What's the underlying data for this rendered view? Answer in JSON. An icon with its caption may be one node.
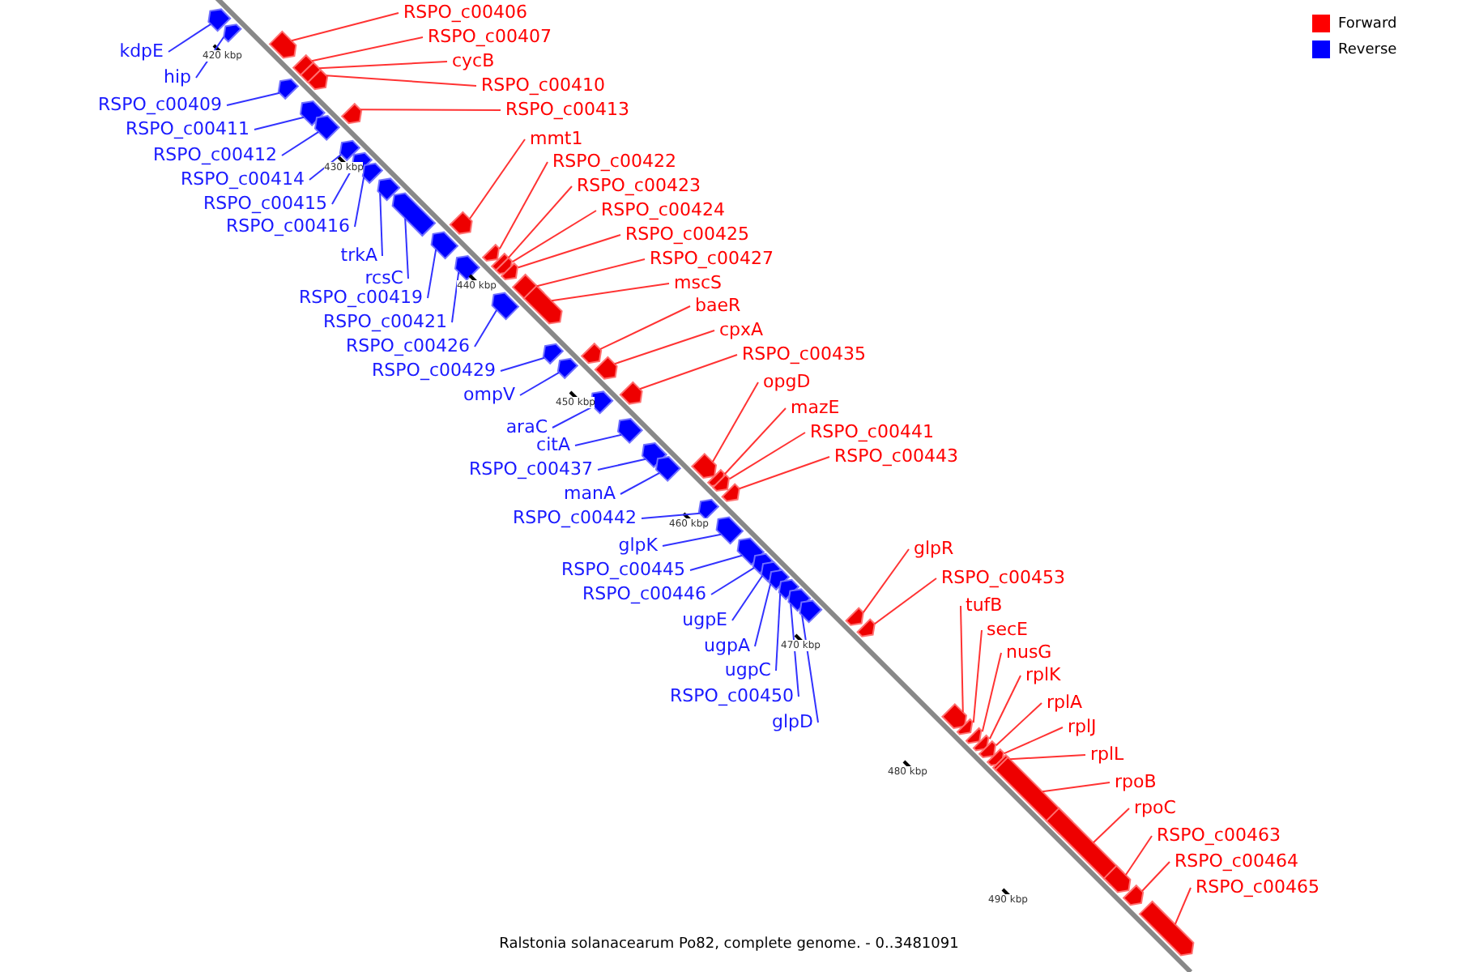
{
  "diagram": {
    "caption": "Ralstonia solanacearum Po82, complete genome. - 0..3481091",
    "nodes": [
      {
        "text": [
          "kdpE"
        ]
      },
      {
        "text": [
          "hip"
        ]
      },
      {
        "text": [
          "RSPO_c00409"
        ]
      },
      {
        "text": [
          "RSPO_c00411"
        ]
      },
      {
        "text": [
          "RSPO_c00412"
        ]
      },
      {
        "text": [
          "RSPO_c00414"
        ]
      },
      {
        "text": [
          "RSPO_c00415"
        ]
      },
      {
        "text": [
          "RSPO_c00416"
        ]
      },
      {
        "text": [
          "trkA"
        ]
      },
      {
        "text": [
          "rcsC"
        ]
      },
      {
        "text": [
          "RSPO_c00419"
        ]
      },
      {
        "text": [
          "RSPO_c00421"
        ]
      },
      {
        "text": [
          "RSPO_c00426"
        ]
      },
      {
        "text": [
          "RSPO_c00429"
        ]
      },
      {
        "text": [
          "ompV"
        ]
      },
      {
        "text": [
          "araC"
        ]
      },
      {
        "text": [
          "citA"
        ]
      },
      {
        "text": [
          "RSPO_c00437"
        ]
      },
      {
        "text": [
          "manA"
        ]
      },
      {
        "text": [
          "RSPO_c00442"
        ]
      },
      {
        "text": [
          "glpK"
        ]
      },
      {
        "text": [
          "RSPO_c00445"
        ]
      },
      {
        "text": [
          "RSPO_c00446"
        ]
      },
      {
        "text": [
          "ugpE"
        ]
      },
      {
        "text": [
          "ugpA"
        ]
      },
      {
        "text": [
          "ugpC"
        ]
      },
      {
        "text": [
          "RSPO_c00450"
        ]
      },
      {
        "text": [
          "glpD"
        ]
      },
      {
        "text": [
          "RSPO_c00406"
        ]
      },
      {
        "text": [
          "RSPO_c00407"
        ]
      },
      {
        "text": [
          "cycB"
        ]
      },
      {
        "text": [
          "RSPO_c00410"
        ]
      },
      {
        "text": [
          "RSPO_c00413"
        ]
      },
      {
        "text": [
          "mmt1"
        ]
      },
      {
        "text": [
          "RSPO_c00422"
        ]
      },
      {
        "text": [
          "RSPO_c00423"
        ]
      },
      {
        "text": [
          "RSPO_c00424"
        ]
      },
      {
        "text": [
          "RSPO_c00425"
        ]
      },
      {
        "text": [
          "RSPO_c00427"
        ]
      },
      {
        "text": [
          "mscS"
        ]
      },
      {
        "text": [
          "baeR"
        ]
      },
      {
        "text": [
          "cpxA"
        ]
      },
      {
        "text": [
          "RSPO_c00435"
        ]
      },
      {
        "text": [
          "opgD"
        ]
      },
      {
        "text": [
          "mazE"
        ]
      },
      {
        "text": [
          "RSPO_c00441"
        ]
      },
      {
        "text": [
          "RSPO_c00443"
        ]
      },
      {
        "text": [
          "glpR"
        ]
      },
      {
        "text": [
          "RSPO_c00453"
        ]
      },
      {
        "text": [
          "tufB"
        ]
      },
      {
        "text": [
          "secE"
        ]
      },
      {
        "text": [
          "nusG"
        ]
      },
      {
        "text": [
          "rplK"
        ]
      },
      {
        "text": [
          "rplA"
        ]
      },
      {
        "text": [
          "rplJ"
        ]
      },
      {
        "text": [
          "rplL"
        ]
      },
      {
        "text": [
          "rpoB"
        ]
      },
      {
        "text": [
          "rpoC"
        ]
      },
      {
        "text": [
          "RSPO_c00463"
        ]
      },
      {
        "text": [
          "RSPO_c00464"
        ]
      },
      {
        "text": [
          "RSPO_c00465"
        ]
      },
      {
        "text": [],
        "shape": "arrow"
      },
      {
        "text": [],
        "shape": "arrow"
      },
      {
        "text": [],
        "shape": "arrow"
      },
      {
        "text": [],
        "shape": "arrow"
      },
      {
        "text": [],
        "shape": "arrow"
      },
      {
        "text": [],
        "shape": "arrow"
      },
      {
        "text": [],
        "shape": "arrow"
      },
      {
        "text": [],
        "shape": "arrow"
      },
      {
        "text": [],
        "shape": "arrow"
      },
      {
        "text": [],
        "shape": "arrow"
      },
      {
        "text": [],
        "shape": "arrow"
      },
      {
        "text": [],
        "shape": "arrow"
      },
      {
        "text": [],
        "shape": "arrow"
      },
      {
        "text": [],
        "shape": "arrow"
      },
      {
        "text": [],
        "shape": "arrow"
      },
      {
        "text": [],
        "shape": "arrow"
      },
      {
        "text": [],
        "shape": "arrow"
      },
      {
        "text": [],
        "shape": "arrow"
      },
      {
        "text": [],
        "shape": "arrow"
      },
      {
        "text": [],
        "shape": "arrow"
      },
      {
        "text": [],
        "shape": "arrow"
      },
      {
        "text": [],
        "shape": "arrow"
      },
      {
        "text": [],
        "shape": "arrow"
      },
      {
        "text": [],
        "shape": "arrow"
      },
      {
        "text": [],
        "shape": "arrow"
      },
      {
        "text": [],
        "shape": "arrow"
      },
      {
        "text": [],
        "shape": "arrow"
      },
      {
        "text": [],
        "shape": "arrow"
      },
      {
        "text": [],
        "shape": "arrow"
      },
      {
        "text": [],
        "shape": "arrow"
      },
      {
        "text": [],
        "shape": "arrow"
      },
      {
        "text": [],
        "shape": "arrow"
      },
      {
        "text": [],
        "shape": "arrow"
      },
      {
        "text": [],
        "shape": "arrow"
      },
      {
        "text": [],
        "shape": "arrow"
      },
      {
        "text": [],
        "shape": "arrow"
      },
      {
        "text": [],
        "shape": "arrow"
      },
      {
        "text": [],
        "shape": "arrow"
      },
      {
        "text": [],
        "shape": "arrow"
      },
      {
        "text": [],
        "shape": "arrow"
      },
      {
        "text": [],
        "shape": "arrow"
      },
      {
        "text": [],
        "shape": "arrow"
      },
      {
        "text": [],
        "shape": "arrow"
      },
      {
        "text": [],
        "shape": "arrow"
      },
      {
        "text": [],
        "shape": "arrow"
      },
      {
        "text": [],
        "shape": "arrow"
      },
      {
        "text": [],
        "shape": "arrow"
      },
      {
        "text": [],
        "shape": "arrow"
      },
      {
        "text": [],
        "shape": "arrow"
      },
      {
        "text": [],
        "shape": "arrow"
      },
      {
        "text": [],
        "shape": "arrow"
      },
      {
        "text": [],
        "shape": "arrow"
      },
      {
        "text": [],
        "shape": "arrow"
      },
      {
        "text": [],
        "shape": "arrow"
      },
      {
        "text": [],
        "shape": "arrow"
      },
      {
        "text": [],
        "shape": "arrow"
      },
      {
        "text": [],
        "shape": "arrow"
      },
      {
        "text": [],
        "shape": "arrow"
      },
      {
        "text": [],
        "shape": "arrow"
      },
      {
        "text": [],
        "shape": "arrow"
      },
      {
        "text": [],
        "shape": "arrow"
      }
    ],
    "edges": [
      {
        "from": 0,
        "to": 61,
        "arrow": "none",
        "color": "#3333ff"
      },
      {
        "from": 1,
        "to": 62,
        "arrow": "none",
        "color": "#3333ff"
      },
      {
        "from": 2,
        "to": 63,
        "arrow": "none",
        "color": "#3333ff"
      },
      {
        "from": 3,
        "to": 64,
        "arrow": "none",
        "color": "#3333ff"
      },
      {
        "from": 4,
        "to": 65,
        "arrow": "none",
        "color": "#3333ff"
      },
      {
        "from": 5,
        "to": 66,
        "arrow": "none",
        "color": "#3333ff"
      },
      {
        "from": 6,
        "to": 67,
        "arrow": "none",
        "color": "#3333ff"
      },
      {
        "from": 7,
        "to": 68,
        "arrow": "none",
        "color": "#3333ff"
      },
      {
        "from": 8,
        "to": 69,
        "arrow": "none",
        "color": "#3333ff"
      },
      {
        "from": 9,
        "to": 70,
        "arrow": "none",
        "color": "#3333ff"
      },
      {
        "from": 10,
        "to": 71,
        "arrow": "none",
        "color": "#3333ff"
      },
      {
        "from": 11,
        "to": 72,
        "arrow": "none",
        "color": "#3333ff"
      },
      {
        "from": 12,
        "to": 73,
        "arrow": "none",
        "color": "#3333ff"
      },
      {
        "from": 13,
        "to": 74,
        "arrow": "none",
        "color": "#3333ff"
      },
      {
        "from": 14,
        "to": 75,
        "arrow": "none",
        "color": "#3333ff"
      },
      {
        "from": 15,
        "to": 76,
        "arrow": "none",
        "color": "#3333ff"
      },
      {
        "from": 16,
        "to": 77,
        "arrow": "none",
        "color": "#3333ff"
      },
      {
        "from": 17,
        "to": 78,
        "arrow": "none",
        "color": "#3333ff"
      },
      {
        "from": 18,
        "to": 79,
        "arrow": "none",
        "color": "#3333ff"
      },
      {
        "from": 19,
        "to": 80,
        "arrow": "none",
        "color": "#3333ff"
      },
      {
        "from": 20,
        "to": 81,
        "arrow": "none",
        "color": "#3333ff"
      },
      {
        "from": 21,
        "to": 82,
        "arrow": "none",
        "color": "#3333ff"
      },
      {
        "from": 22,
        "to": 83,
        "arrow": "none",
        "color": "#3333ff"
      },
      {
        "from": 23,
        "to": 84,
        "arrow": "none",
        "color": "#3333ff"
      },
      {
        "from": 24,
        "to": 85,
        "arrow": "none",
        "color": "#3333ff"
      },
      {
        "from": 25,
        "to": 86,
        "arrow": "none",
        "color": "#3333ff"
      },
      {
        "from": 26,
        "to": 87,
        "arrow": "none",
        "color": "#3333ff"
      },
      {
        "from": 27,
        "to": 88,
        "arrow": "none",
        "color": "#3333ff"
      },
      {
        "from": 28,
        "to": 89,
        "arrow": "none"
      },
      {
        "from": 29,
        "to": 90,
        "arrow": "none"
      },
      {
        "from": 30,
        "to": 91,
        "arrow": "none"
      },
      {
        "from": 31,
        "to": 92,
        "arrow": "none"
      },
      {
        "from": 32,
        "to": 93,
        "arrow": "none"
      },
      {
        "from": 33,
        "to": 94,
        "arrow": "none"
      },
      {
        "from": 34,
        "to": 95,
        "arrow": "none"
      },
      {
        "from": 35,
        "to": 96,
        "arrow": "none"
      },
      {
        "from": 36,
        "to": 97,
        "arrow": "none"
      },
      {
        "from": 37,
        "to": 98,
        "arrow": "none"
      },
      {
        "from": 38,
        "to": 99,
        "arrow": "none"
      },
      {
        "from": 39,
        "to": 100,
        "arrow": "none"
      },
      {
        "from": 40,
        "to": 101,
        "arrow": "none"
      },
      {
        "from": 41,
        "to": 102,
        "arrow": "none"
      },
      {
        "from": 42,
        "to": 103,
        "arrow": "none"
      },
      {
        "from": 43,
        "to": 104,
        "arrow": "none"
      },
      {
        "from": 44,
        "to": 105,
        "arrow": "none"
      },
      {
        "from": 45,
        "to": 106,
        "arrow": "none"
      },
      {
        "from": 46,
        "to": 107,
        "arrow": "none"
      },
      {
        "from": 47,
        "to": 108,
        "arrow": "none"
      },
      {
        "from": 48,
        "to": 109,
        "arrow": "none"
      },
      {
        "from": 49,
        "to": 110,
        "arrow": "none"
      },
      {
        "from": 50,
        "to": 111,
        "arrow": "none"
      },
      {
        "from": 51,
        "to": 112,
        "arrow": "none"
      },
      {
        "from": 52,
        "to": 113,
        "arrow": "none"
      },
      {
        "from": 53,
        "to": 114,
        "arrow": "none"
      },
      {
        "from": 54,
        "to": 115,
        "arrow": "none"
      },
      {
        "from": 55,
        "to": 116,
        "arrow": "none"
      },
      {
        "from": 56,
        "to": 117,
        "arrow": "none"
      },
      {
        "from": 57,
        "to": 118,
        "arrow": "none"
      },
      {
        "from": 58,
        "to": 119,
        "arrow": "none"
      },
      {
        "from": 59,
        "to": 120,
        "arrow": "none"
      },
      {
        "from": 60,
        "to": 121,
        "arrow": "none"
      }
    ],
    "labels": [
      "420 kbp",
      "430 kbp",
      "440 kbp",
      "450 kbp",
      "460 kbp",
      "470 kbp",
      "480 kbp",
      "490 kbp"
    ],
    "legend": [
      {
        "text": "Forward",
        "color": "#ff0000"
      },
      {
        "text": "Reverse",
        "color": "#0000ff"
      }
    ]
  }
}
